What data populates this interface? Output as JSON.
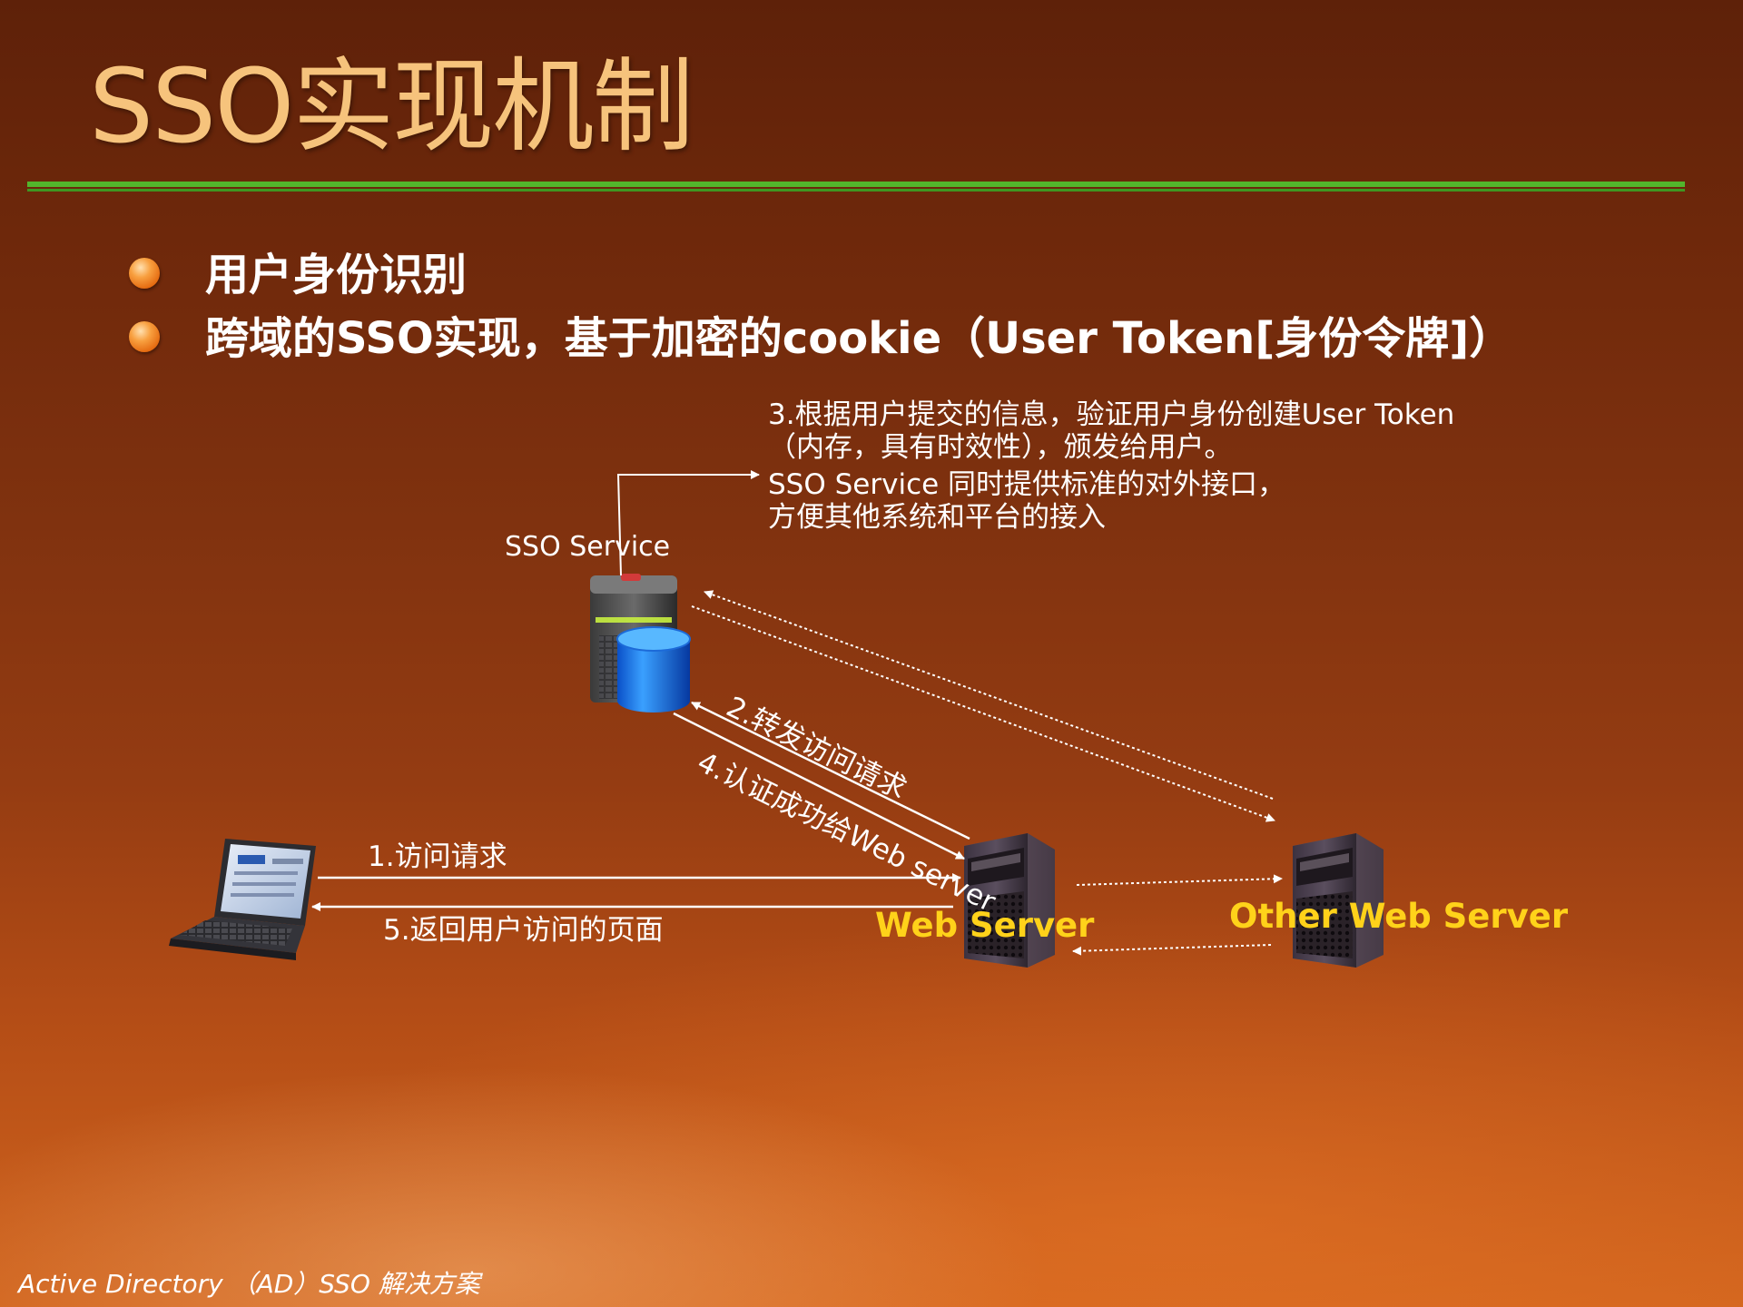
{
  "slide": {
    "title": "SSO实现机制",
    "bullets": [
      "用户身份识别",
      "跨域的SSO实现，基于加密的cookie（User Token[身份令牌]）"
    ],
    "footer": "Active Directory （AD）SSO 解决方案"
  },
  "diagram": {
    "nodes": {
      "sso_service": "SSO Service",
      "web_server": "Web Server",
      "other_web_server": "Other Web Server"
    },
    "note": [
      "3.根据用户提交的信息，验证用户身份创建User Token",
      "（内存，具有时效性），颁发给用户。",
      "SSO Service 同时提供标准的对外接口，",
      "方便其他系统和平台的接入"
    ],
    "steps": {
      "step1": "1.访问请求",
      "step2": "2.转发访问请求",
      "step4": "4.认证成功给Web server",
      "step5": "5.返回用户访问的页面"
    }
  },
  "colors": {
    "title": "#f6c37c",
    "rule": "#52b52c",
    "server_label": "#ffd21a",
    "text": "#ffffff"
  }
}
